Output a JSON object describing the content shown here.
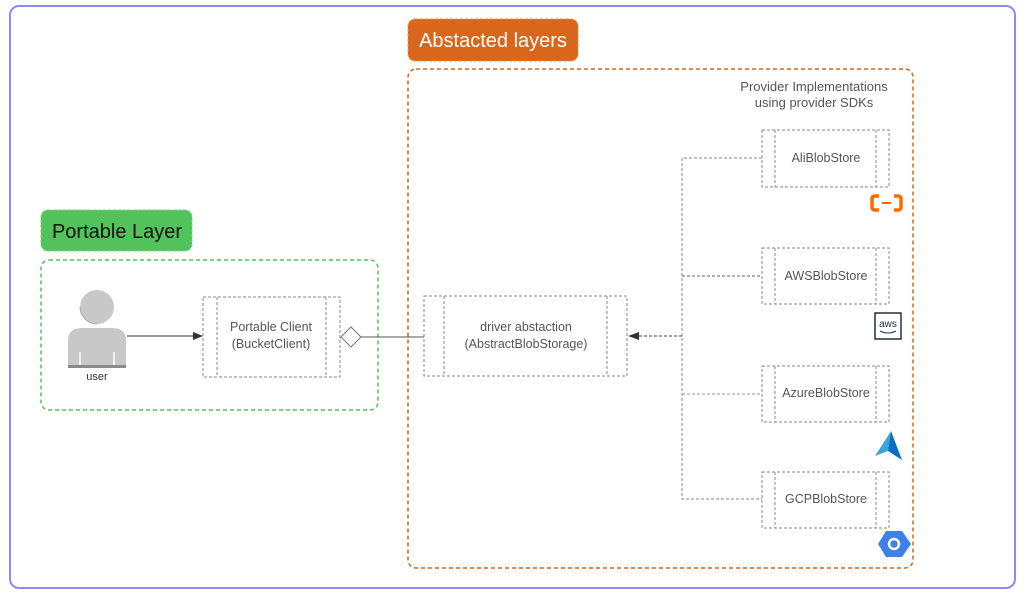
{
  "diagram": {
    "groups": {
      "abstracted": {
        "title": "Abstacted layers",
        "color": "#d9661a"
      },
      "portable": {
        "title": "Portable Layer",
        "color": "#52c35b"
      }
    },
    "provider_note": {
      "line1": "Provider Implementations",
      "line2": "using provider SDKs"
    },
    "nodes": {
      "user": {
        "label": "user",
        "icon": "user-icon"
      },
      "portable_client": {
        "line1": "Portable Client",
        "line2": "(BucketClient)"
      },
      "driver": {
        "line1": "driver abstaction",
        "line2": "(AbstractBlobStorage)"
      },
      "providers": [
        {
          "label": "AliBlobStore",
          "icon": "alibaba-cloud-icon",
          "color": "#ff6a00"
        },
        {
          "label": "AWSBlobStore",
          "icon": "aws-icon",
          "color": "#232f3e"
        },
        {
          "label": "AzureBlobStore",
          "icon": "azure-icon",
          "color": "#2b8fd6"
        },
        {
          "label": "GCPBlobStore",
          "icon": "google-cloud-icon",
          "color": "#3f7fe8"
        }
      ]
    },
    "edges": [
      {
        "from": "user",
        "to": "portable_client",
        "type": "arrow"
      },
      {
        "from": "portable_client",
        "to": "driver",
        "type": "aggregation"
      },
      {
        "from": "providers",
        "to": "driver",
        "type": "dashed-arrow"
      }
    ]
  }
}
